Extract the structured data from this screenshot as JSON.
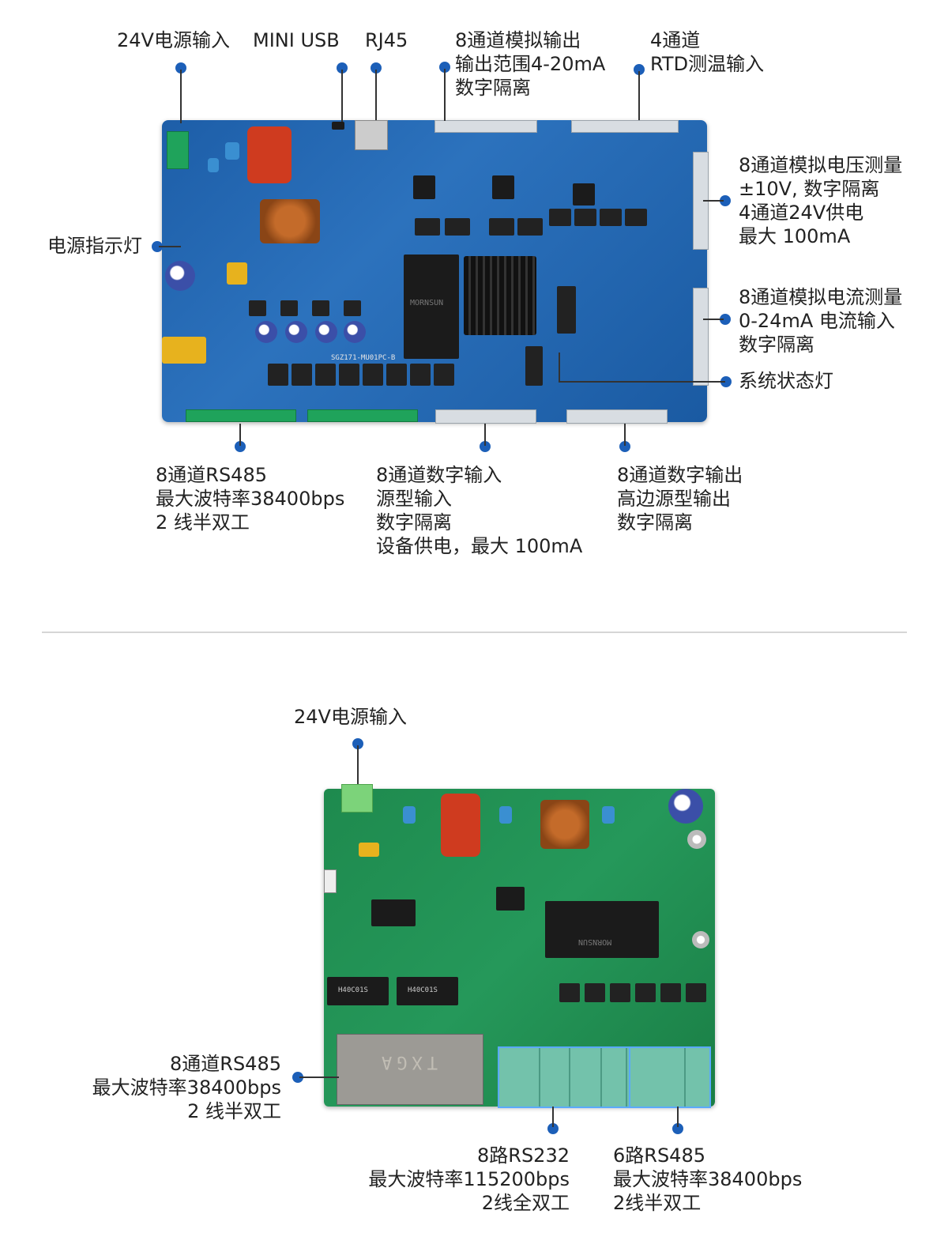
{
  "board1": {
    "labels": {
      "power_input": "24V电源输入",
      "mini_usb": "MINI USB",
      "rj45": "RJ45",
      "analog_output": [
        "8通道模拟输出",
        "输出范围4-20mA",
        "数字隔离"
      ],
      "rtd": [
        "4通道",
        "RTD测温输入"
      ],
      "analog_voltage": [
        "8通道模拟电压测量",
        "±10V, 数字隔离",
        "4通道24V供电",
        "最大 100mA"
      ],
      "power_led": "电源指示灯",
      "analog_current": [
        "8通道模拟电流测量",
        "0-24mA 电流输入",
        "数字隔离"
      ],
      "status_led": "系统状态灯",
      "rs485": [
        "8通道RS485",
        "最大波特率38400bps",
        "2 线半双工"
      ],
      "digital_input": [
        "8通道数字输入",
        "源型输入",
        "数字隔离",
        "设备供电，最大 100mA"
      ],
      "digital_output": [
        "8通道数字输出",
        "高边源型输出",
        "数字隔离"
      ]
    },
    "silkscreen": "SGZ171-MU01PC-B",
    "module_brand": "MORNSUN"
  },
  "board2": {
    "labels": {
      "power_input": "24V电源输入",
      "rs485_left": [
        "8通道RS485",
        "最大波特率38400bps",
        "2 线半双工"
      ],
      "rs232": [
        "8路RS232",
        "最大波特率115200bps",
        "2线全双工"
      ],
      "rs485_right": [
        "6路RS485",
        "最大波特率38400bps",
        "2线半双工"
      ]
    },
    "rj_brand": "TXGA",
    "module_brand": "MORNSUN",
    "transformer_text": "H40C01S"
  },
  "colors": {
    "accent_dot": "#1c5fb8",
    "board1_pcb": "#2c72bd",
    "board2_pcb": "#25985a",
    "highlight": "#5aa9ff"
  }
}
